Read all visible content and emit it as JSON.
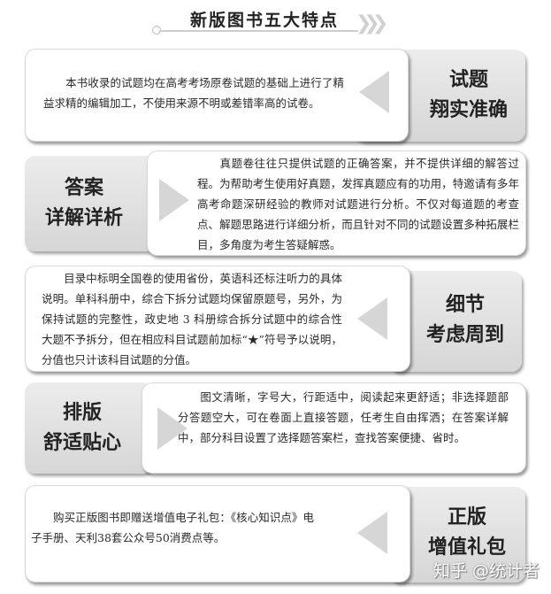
{
  "title": "新版图书五大特点",
  "features": [
    {
      "label_line1": "试题",
      "label_line2": "翔实准确",
      "text": "本书收录的试题均在高考考场原卷试题的基础上进行了精益求精的编辑加工，不使用来源不明或差错率高的试卷。"
    },
    {
      "label_line1": "答案",
      "label_line2": "详解详析",
      "text": "真题卷往往只提供试题的正确答案，并不提供详细的解答过程。为帮助考生使用好真题，发挥真题应有的功用，特邀请有多年高考命题深研经验的教师对试题进行分析。不仅对每道题的考查点、解题思路进行详细分析，而且针对不同的试题设置多种拓展栏目，多角度为考生答疑解惑。"
    },
    {
      "label_line1": "细节",
      "label_line2": "考虑周到",
      "text": "目录中标明全国卷的使用省份，英语科还标注听力的具体说明。单科科册中，综合下拆分试题均保留原题号，另外，为保持试题的完整性，政史地 3 科册综合拆分试题中的综合性大题不予拆分，但在相应科目试题前加标“★”符号予以说明，分值也只计该科目试题的分值。"
    },
    {
      "label_line1": "排版",
      "label_line2": "舒适贴心",
      "text": "图文清晰，字号大，行距适中，阅读起来更舒适；非选择题部分答题空大，可在卷面上直接答题，任考生自由挥洒；在答案详解中，部分科目设置了选择题答案栏，查找答案便捷、省时。"
    },
    {
      "label_line1": "正版",
      "label_line2": "增值礼包",
      "text": "购买正版图书即赠送增值电子礼包：《核心知识点》电子手册、天利38套公众号50消费点等。"
    }
  ],
  "watermark": "知乎 @统计者"
}
